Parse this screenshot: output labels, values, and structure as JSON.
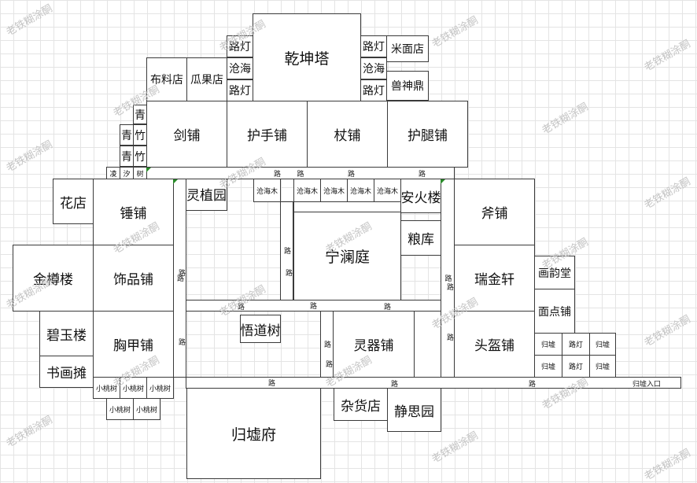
{
  "buildings": {
    "qiankunta": "乾坤塔",
    "ludeng": "路灯",
    "canghai": "沧海",
    "mimiandian": "米面店",
    "shoushending": "兽神鼎",
    "buliaodian": "布料店",
    "guaguodian": "瓜果店",
    "qing": "青",
    "zhu": "竹",
    "ling": "凌",
    "xi": "汐",
    "shu": "树",
    "jianpu": "剑铺",
    "hushoupu": "护手铺",
    "zhangpu": "杖铺",
    "hutuipu": "护腿铺",
    "huadian": "花店",
    "chuipu": "锤铺",
    "lingzhiyuan": "灵植园",
    "canghaimu": "沧海木",
    "anhuolou": "安火楼",
    "liangku": "粮库",
    "ninglanting": "宁澜庭",
    "fupu": "斧铺",
    "jinzunlou": "金樽楼",
    "shipinpu": "饰品铺",
    "ruijinxuan": "瑞金轩",
    "huayuntang": "画韵堂",
    "miandianpu": "面点铺",
    "biyulou": "碧玉楼",
    "xiongjiapu": "胸甲铺",
    "wudaoshu": "悟道树",
    "lingqipu": "灵器铺",
    "toukuipu": "头盔铺",
    "guixu": "归墟",
    "shuhuatan": "书画摊",
    "xiaotaoshu": "小桃树",
    "zahuodian": "杂货店",
    "jingsiyuan": "静思园",
    "guixufu": "归墟府"
  },
  "roads": {
    "lu": "路",
    "entrance": "归墟入口"
  },
  "watermark": "老铁糊涂酮",
  "colors": {
    "border": "#3a3a3a",
    "grid": "#e4e4e4",
    "marker": "#2a8a2a"
  }
}
